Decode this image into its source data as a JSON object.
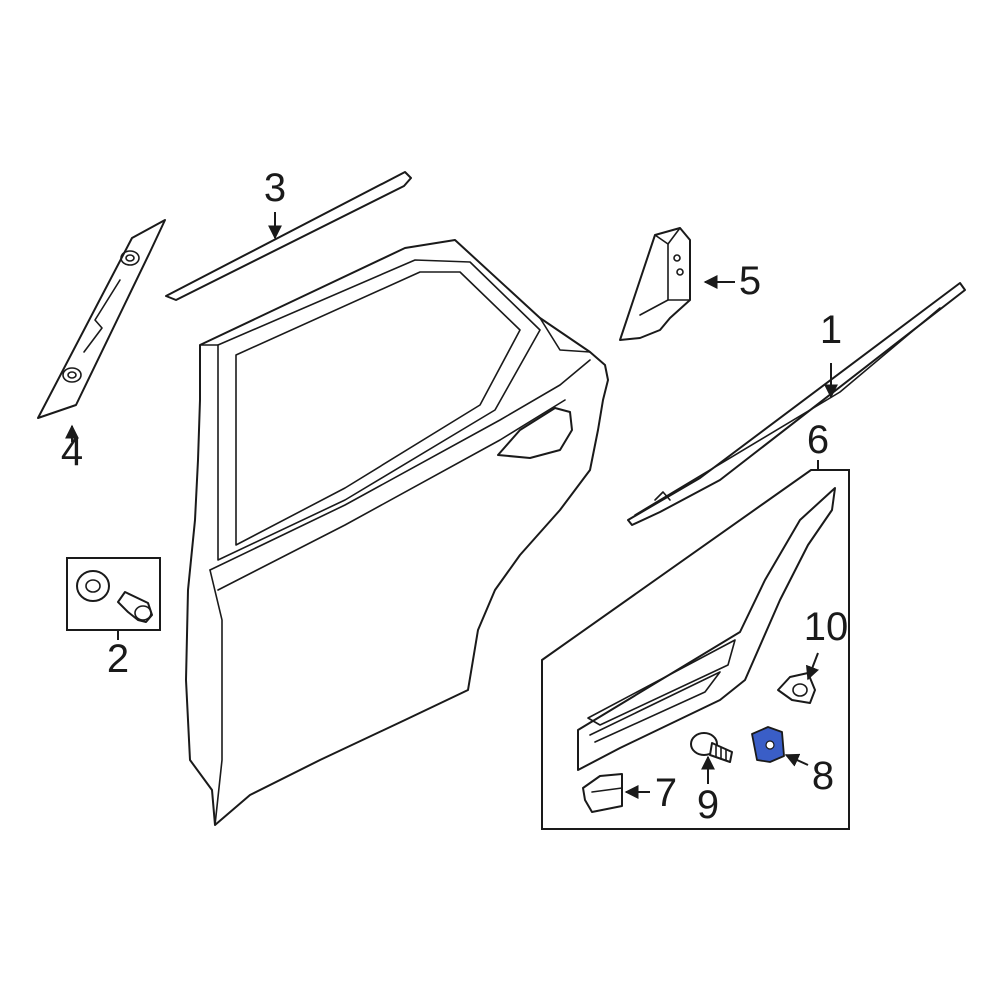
{
  "callouts": {
    "c1": "1",
    "c2": "2",
    "c3": "3",
    "c4": "4",
    "c5": "5",
    "c6": "6",
    "c7": "7",
    "c8": "8",
    "c9": "9",
    "c10": "10"
  },
  "colors": {
    "line": "#1a1a1a",
    "highlight_part": "#3a5ec7",
    "background": "#ffffff"
  }
}
